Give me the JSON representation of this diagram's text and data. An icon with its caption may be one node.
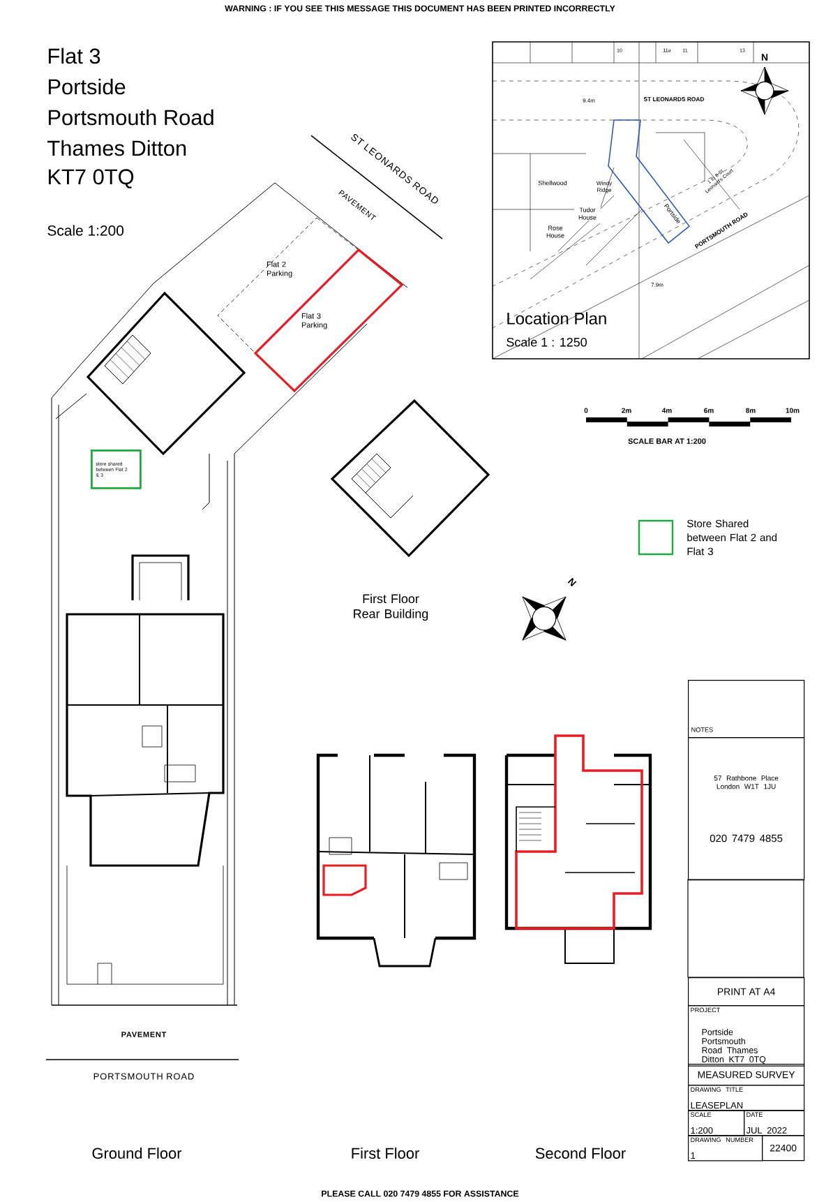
{
  "diagram": {
    "nodes": [
      {
        "text": [
          "Flat 2 Parking"
        ]
      },
      {
        "text": [
          "Flat 3 Parking"
        ]
      },
      {
        "text": [
          "store shared between Flat 2 & 3"
        ]
      },
      {
        "text": [
          "NOTES"
        ]
      },
      {
        "text": [
          "57 Rathbone Place London W1T 1JU",
          "020 7479 4855"
        ]
      },
      {
        "text": [
          "PRINT AT A4"
        ]
      },
      {
        "text": [
          "PROJECT",
          "Portside Portsmouth Road Thames Ditton KT7 0TQ"
        ]
      },
      {
        "text": [
          "MEASURED SURVEY"
        ]
      },
      {
        "text": [
          "DRAWING TITLE",
          "LEASEPLAN"
        ]
      },
      {
        "text": [
          "SCALE",
          "1:200"
        ]
      },
      {
        "text": [
          "DATE",
          "JUL 2022"
        ]
      },
      {
        "text": [
          "DRAWING NUMBER",
          "1"
        ]
      },
      {
        "text": [
          "22400"
        ]
      }
    ],
    "labels": [
      "WARNING : IF YOU SEE THIS MESSAGE THIS DOCUMENT HAS BEEN PRINTED INCORRECTLY",
      "Flat 3",
      "Portside",
      "Portsmouth Road",
      "Thames Ditton",
      "KT7 0TQ",
      "Scale 1:200",
      "ST LEONARDS ROAD",
      "PAVEMENT",
      "10",
      "11a",
      "11",
      "13",
      "N",
      "9.4m",
      "ST LEONARDS ROAD",
      "Shellwood",
      "Windy Ridge",
      "1 to 6 St Leonard's Court",
      "Rose House",
      "Tudor House",
      "Portside",
      "PORTSMOUTH ROAD",
      "7.9m",
      "Location Plan",
      "Scale 1 : 1250",
      "0",
      "2m",
      "4m",
      "6m",
      "8m",
      "10m",
      "SCALE BAR AT 1:200",
      "First Floor Rear Building",
      "N",
      "PAVEMENT",
      "PORTSMOUTH ROAD",
      "Ground Floor",
      "First Floor",
      "Second Floor",
      "PLEASE CALL 020 7479 4855 FOR ASSISTANCE"
    ],
    "legend": [
      {
        "text": "Store Shared between Flat 2 and Flat 3"
      }
    ]
  }
}
